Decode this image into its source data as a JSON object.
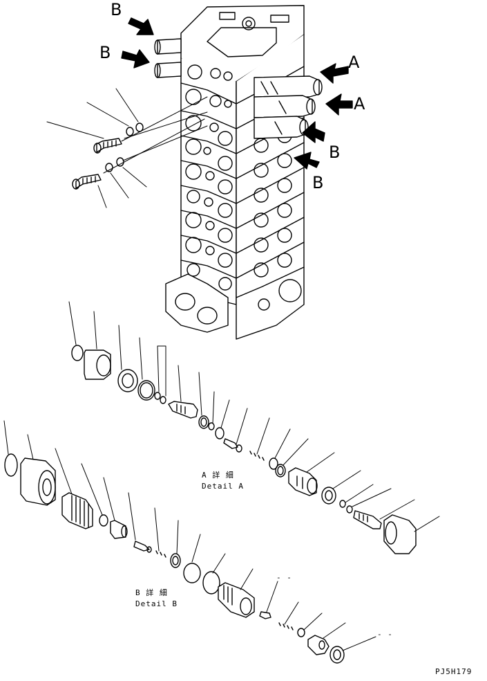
{
  "callouts": {
    "a1": "A",
    "a2": "A",
    "b1": "B",
    "b2": "B",
    "b3": "B",
    "b4": "B"
  },
  "detail_a": {
    "jp": "A 詳 細",
    "en": "Detail A"
  },
  "detail_b": {
    "jp": "B 詳 細",
    "en": "Detail B"
  },
  "dash1": "- -",
  "dash2": "- -",
  "figure_code": "PJ5H179"
}
